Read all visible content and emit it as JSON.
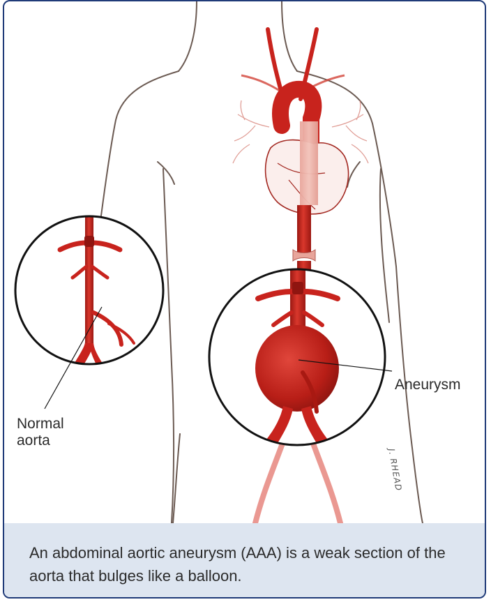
{
  "labels": {
    "normal_aorta": "Normal\naorta",
    "aneurysm": "Aneurysm",
    "signature": "J. RHEAD"
  },
  "caption": "An abdominal aortic aneurysm (AAA) is a weak section of the aorta that bulges like a balloon.",
  "colors": {
    "frame_border": "#1f3a78",
    "caption_background": "#dde5f0",
    "artery_red": "#c8231d",
    "body_outline": "#6b5a52"
  }
}
